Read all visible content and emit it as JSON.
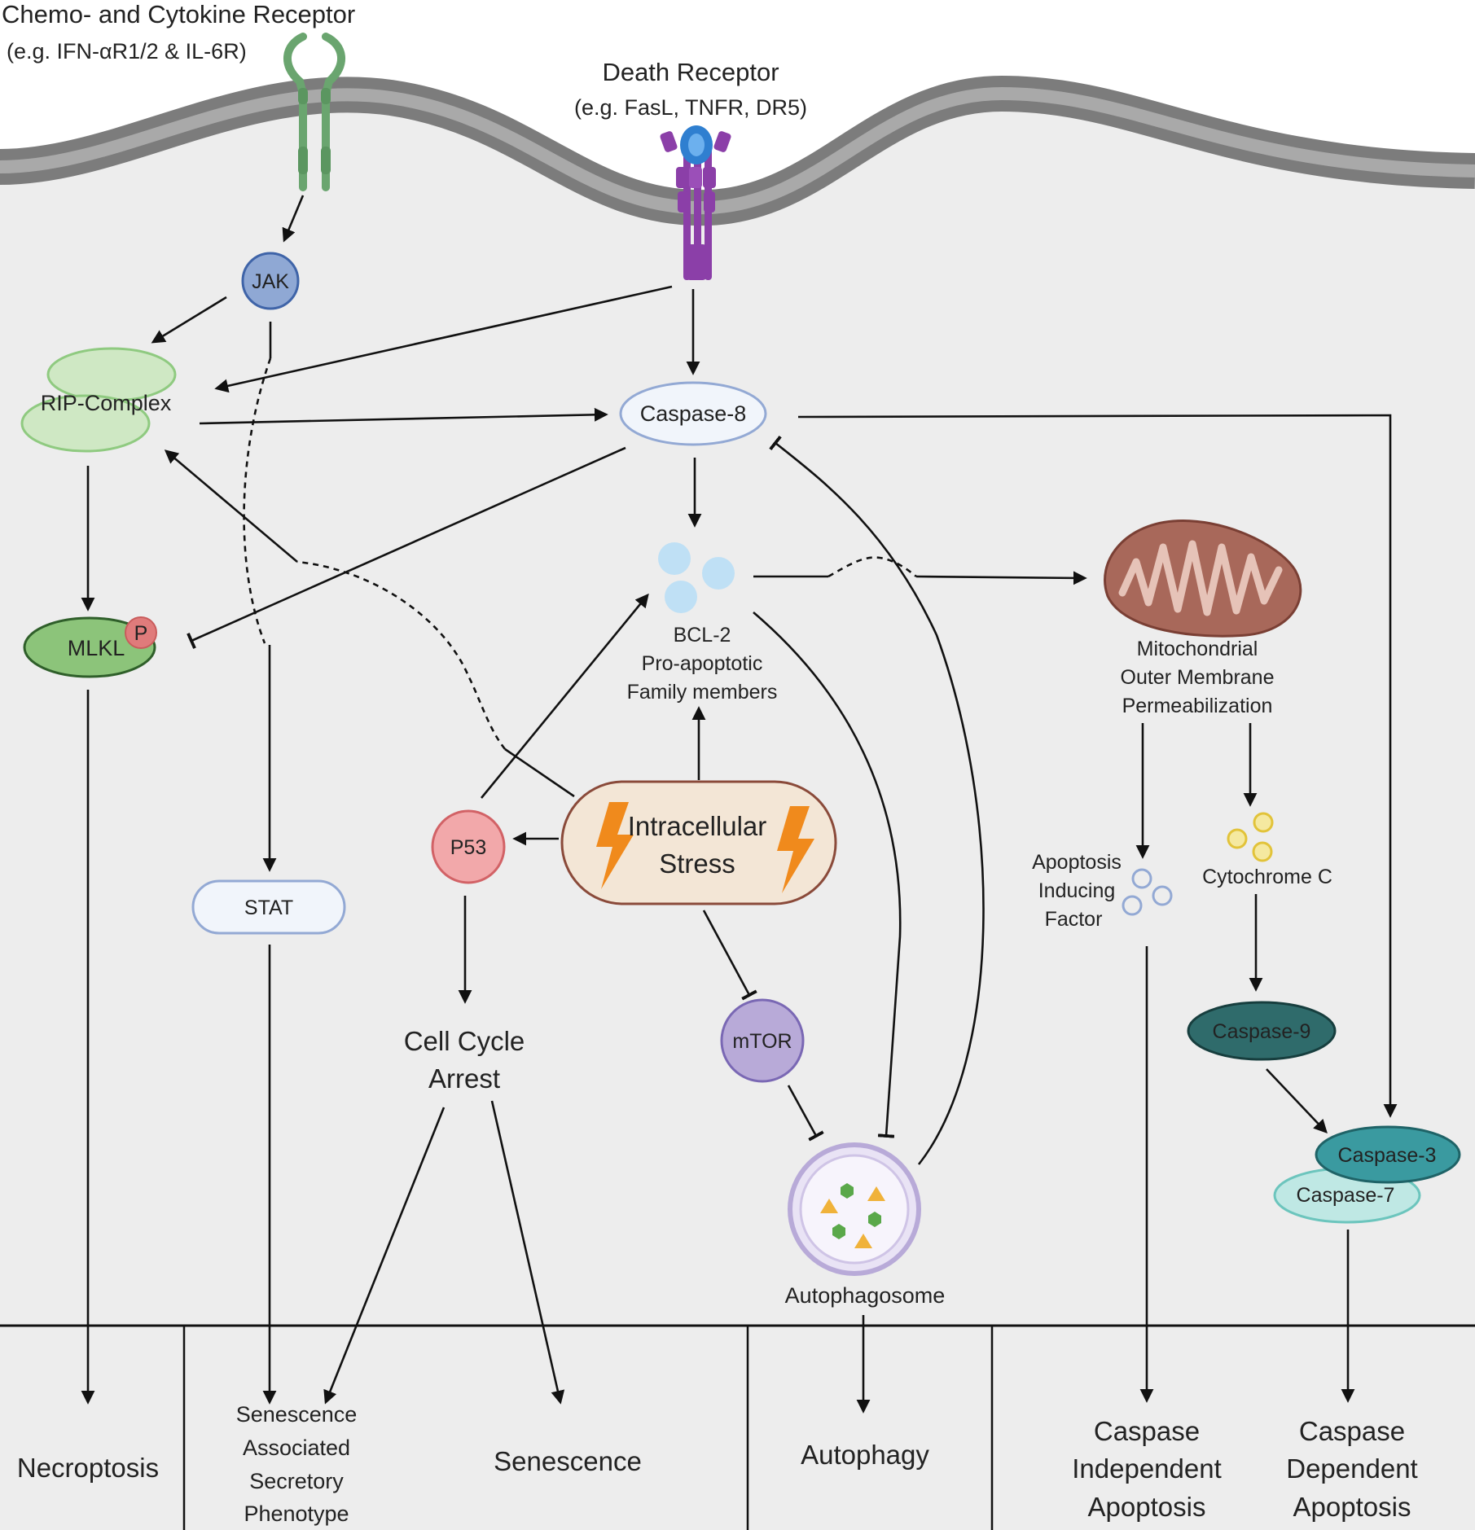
{
  "receptors": {
    "cytokine_title": "Chemo- and Cytokine Receptor",
    "cytokine_examples": "(e.g. IFN-αR1/2 & IL-6R)",
    "death_title": "Death Receptor",
    "death_examples": "(e.g. FasL, TNFR, DR5)"
  },
  "nodes": {
    "jak": "JAK",
    "rip_complex": "RIP-Complex",
    "caspase8": "Caspase-8",
    "mlkl": "MLKL",
    "phospho": "P",
    "bcl2_line1": "BCL-2",
    "bcl2_line2": "Pro-apoptotic",
    "bcl2_line3": "Family members",
    "momp_line1": "Mitochondrial",
    "momp_line2": "Outer Membrane",
    "momp_line3": "Permeabilization",
    "stress_line1": "Intracellular",
    "stress_line2": "Stress",
    "p53": "P53",
    "stat": "STAT",
    "aif_line1": "Apoptosis",
    "aif_line2": "Inducing",
    "aif_line3": "Factor",
    "cytochrome_c": "Cytochrome C",
    "cell_cycle_line1": "Cell Cycle",
    "cell_cycle_line2": "Arrest",
    "mtor": "mTOR",
    "caspase9": "Caspase-9",
    "caspase3": "Caspase-3",
    "caspase7": "Caspase-7",
    "autophagosome": "Autophagosome"
  },
  "outcomes": {
    "necroptosis": "Necroptosis",
    "sasp_line1": "Senescence",
    "sasp_line2": "Associated",
    "sasp_line3": "Secretory",
    "sasp_line4": "Phenotype",
    "senescence": "Senescence",
    "autophagy": "Autophagy",
    "cia_line1": "Caspase",
    "cia_line2": "Independent",
    "cia_line3": "Apoptosis",
    "cda_line1": "Caspase",
    "cda_line2": "Dependent",
    "cda_line3": "Apoptosis"
  },
  "colors": {
    "cytoplasm": "#ededed",
    "membrane": "#7d7d7d",
    "receptor_green": "#6aa56f",
    "death_receptor_purple": "#8b3fa8",
    "jak_blue": "#8fa8d4",
    "rip_green": "#cfe8c4",
    "mlkl_green": "#8cc47a",
    "bcl2_blue": "#bfe0f5",
    "mito_brown": "#a8685a",
    "stress_fill": "#f3e6d6",
    "lightning_orange": "#f08a1c",
    "p53_pink": "#f2a8aa",
    "mtor_purple": "#b8aad8",
    "caspase9_teal": "#2f6b6b",
    "caspase3_teal": "#3a9aa0",
    "caspase7_teal": "#bfe8e4"
  }
}
